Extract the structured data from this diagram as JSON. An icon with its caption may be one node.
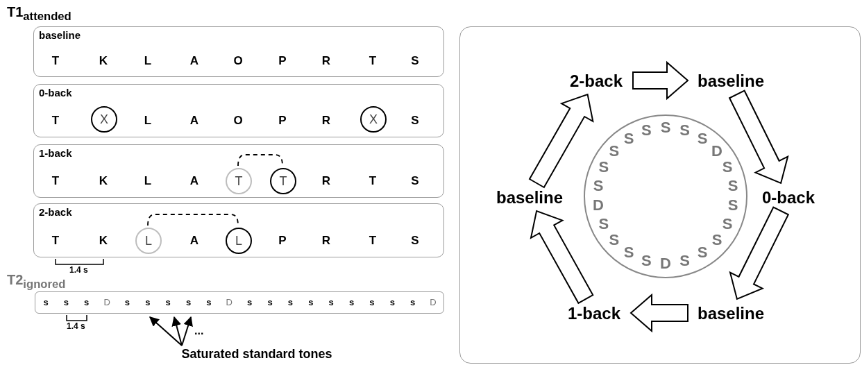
{
  "diagram": {
    "nodes": [
      {
        "text": [
          "baseline",
          "T",
          "K",
          "L",
          "A",
          "O",
          "P",
          "R",
          "T",
          "S"
        ]
      },
      {
        "text": [
          "0-back",
          "T",
          "L",
          "A",
          "O",
          "P",
          "R",
          "S"
        ]
      },
      {
        "text": [
          "X"
        ],
        "in": 1
      },
      {
        "text": [
          "X"
        ],
        "in": 1
      },
      {
        "text": [
          "1-back",
          "T",
          "K",
          "L",
          "A",
          "R",
          "T",
          "S"
        ]
      },
      {
        "text": [
          "T"
        ],
        "in": 4
      },
      {
        "text": [
          "T"
        ],
        "in": 4
      },
      {
        "text": [
          "2-back",
          "T",
          "K",
          "A",
          "P",
          "R",
          "T",
          "S"
        ]
      },
      {
        "text": [
          "L"
        ],
        "in": 7
      },
      {
        "text": [
          "L"
        ],
        "in": 7
      },
      {
        "text": [
          "s",
          "s",
          "s",
          "D",
          "s",
          "s",
          "s",
          "s",
          "s",
          "D",
          "s",
          "s",
          "s",
          "s",
          "s",
          "s",
          "s",
          "s",
          "s",
          "D"
        ]
      },
      {
        "text": [
          "Saturated standard tones"
        ]
      },
      {
        "text": [],
        "shape": "box"
      },
      {
        "text": [
          "2-back"
        ],
        "in": 12
      },
      {
        "text": [
          "baseline"
        ],
        "in": 12
      },
      {
        "text": [
          "baseline"
        ],
        "in": 12
      },
      {
        "text": [
          "S",
          "S",
          "S",
          "D",
          "S",
          "S",
          "S",
          "S",
          "S",
          "S",
          "S",
          "D",
          "S",
          "S",
          "S",
          "S",
          "D",
          "S",
          "S",
          "S",
          "S",
          "S"
        ],
        "in": 12
      },
      {
        "text": [
          "0-back"
        ],
        "in": 12
      },
      {
        "text": [
          "1-back"
        ],
        "in": 12
      },
      {
        "text": [
          "baseline"
        ],
        "in": 12
      }
    ],
    "edges": [
      {
        "from": 5,
        "to": 6,
        "arrow": "none",
        "style": "dashed"
      },
      {
        "from": 8,
        "to": 9,
        "arrow": "none",
        "style": "dashed"
      },
      {
        "from": 11,
        "to": 10,
        "arrow": "to"
      },
      {
        "from": 11,
        "to": 10,
        "arrow": "to"
      },
      {
        "from": 11,
        "to": 10,
        "arrow": "to"
      },
      {
        "from": 13,
        "to": 14,
        "arrow": "to"
      },
      {
        "from": 14,
        "to": 17,
        "arrow": "to"
      },
      {
        "from": 17,
        "to": 19,
        "arrow": "to"
      },
      {
        "from": 19,
        "to": 18,
        "arrow": "to"
      },
      {
        "from": 18,
        "to": 15,
        "arrow": "to"
      },
      {
        "from": 15,
        "to": 13,
        "arrow": "to"
      }
    ],
    "labels": [
      "T1$_{attended}$",
      "1.4 s",
      "T2$_{ignored}$",
      "1.4 s",
      "..."
    ]
  }
}
